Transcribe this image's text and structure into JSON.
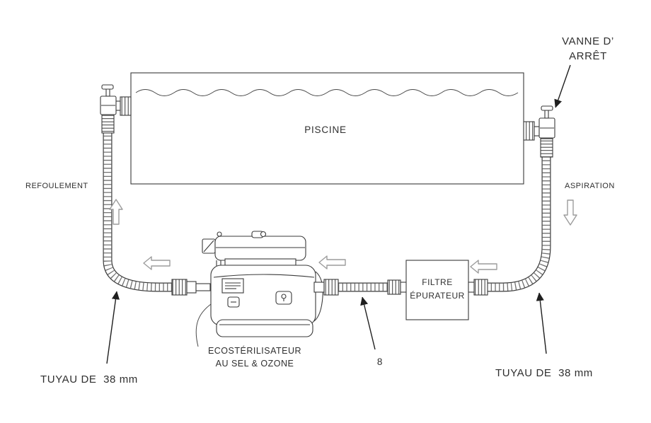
{
  "diagram": {
    "pool": {
      "label": "PISCINE"
    },
    "shutoff_valve": {
      "label_line1": "VANNE D’",
      "label_line2": "ARRÊT"
    },
    "flow": {
      "left_label": "REFOULEMENT",
      "right_label": "ASPIRATION"
    },
    "sterilizer": {
      "label_line1": "ECOSTÉRILISATEUR",
      "label_line2": "AU SEL & OZONE"
    },
    "filter": {
      "label_line1": "FILTRE",
      "label_line2": "ÉPURATEUR"
    },
    "callouts": {
      "hose_left": "TUYAU DE  38 mm",
      "hose_right": "TUYAU DE  38 mm",
      "part_number": "8"
    },
    "colors": {
      "line": "#3a3a3a",
      "flow_arrow": "#9c9c9c",
      "text": "#2f2f2f",
      "background": "#ffffff"
    }
  }
}
